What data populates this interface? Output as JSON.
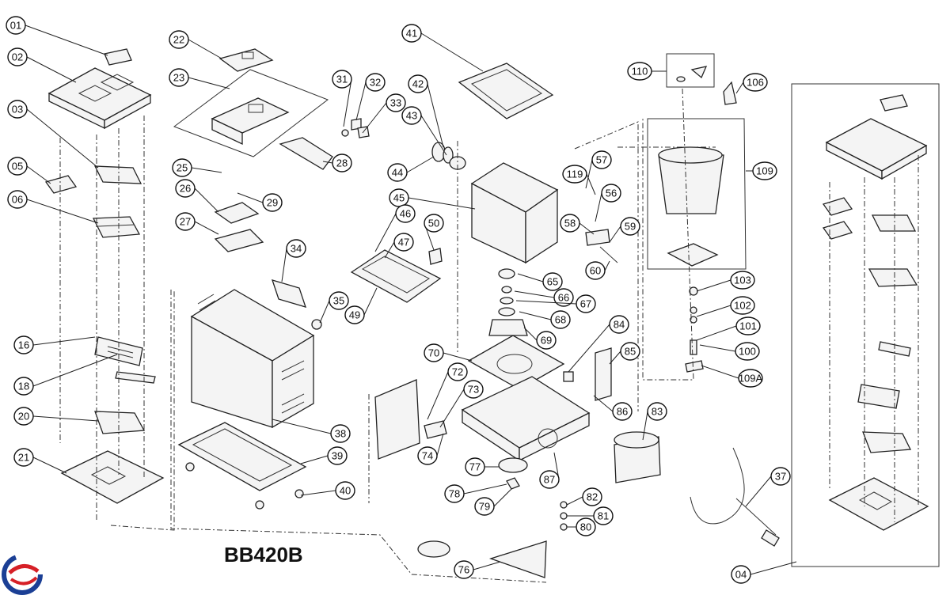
{
  "model": "BB420B",
  "brand_colors": {
    "blue": "#1b3f95",
    "red": "#d62027"
  },
  "part_labels": [
    "01",
    "02",
    "03",
    "05",
    "06",
    "16",
    "18",
    "20",
    "21",
    "22",
    "23",
    "25",
    "26",
    "27",
    "29",
    "28",
    "31",
    "32",
    "33",
    "34",
    "35",
    "38",
    "39",
    "40",
    "41",
    "42",
    "43",
    "44",
    "45",
    "46",
    "47",
    "49",
    "50",
    "56",
    "57",
    "58",
    "59",
    "60",
    "65",
    "66",
    "67",
    "68",
    "69",
    "70",
    "72",
    "73",
    "74",
    "76",
    "77",
    "78",
    "79",
    "80",
    "81",
    "82",
    "83",
    "84",
    "85",
    "86",
    "87",
    "100",
    "101",
    "102",
    "103",
    "106",
    "109",
    "109A",
    "110",
    "119",
    "37",
    "04"
  ]
}
